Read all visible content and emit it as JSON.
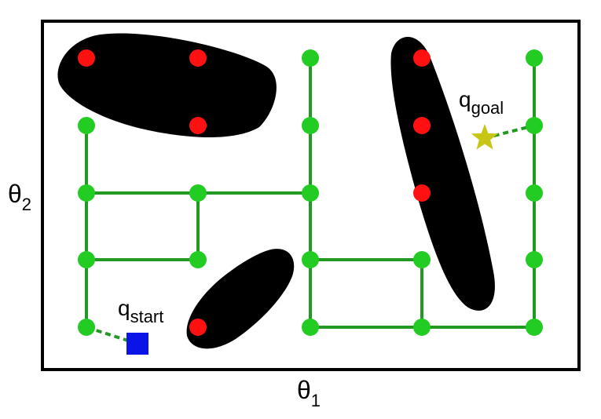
{
  "labels": {
    "start_q": "q",
    "start_sub": "start",
    "goal_q": "q",
    "goal_sub": "goal",
    "x_axis_theta": "θ",
    "x_axis_sub": "1",
    "y_axis_theta": "θ",
    "y_axis_sub": "2"
  },
  "colors": {
    "obstacle": "#000000",
    "free_node": "#22cc22",
    "collision_node": "#ff1111",
    "edge": "#229922",
    "start": "#0a14e6",
    "goal": "#c9c514",
    "frame": "#000000"
  },
  "roadmap": {
    "free_nodes": [
      {
        "id": "a1"
      },
      {
        "id": "a2"
      },
      {
        "id": "a3"
      },
      {
        "id": "a4"
      },
      {
        "id": "b2"
      },
      {
        "id": "b3"
      },
      {
        "id": "c0"
      },
      {
        "id": "c1"
      },
      {
        "id": "c2"
      },
      {
        "id": "c3"
      },
      {
        "id": "c4"
      },
      {
        "id": "d3"
      },
      {
        "id": "d4"
      },
      {
        "id": "e0"
      },
      {
        "id": "e1"
      },
      {
        "id": "e2"
      },
      {
        "id": "e3"
      },
      {
        "id": "e4"
      }
    ],
    "collision_nodes": [
      {
        "id": "r1"
      },
      {
        "id": "r2"
      },
      {
        "id": "r3"
      },
      {
        "id": "r4"
      },
      {
        "id": "r5"
      },
      {
        "id": "r6"
      },
      {
        "id": "r7"
      }
    ],
    "edges": [
      [
        "a1",
        "a2"
      ],
      [
        "a2",
        "a3"
      ],
      [
        "a3",
        "a4"
      ],
      [
        "a2",
        "b2"
      ],
      [
        "b2",
        "c2"
      ],
      [
        "a3",
        "b3"
      ],
      [
        "b2",
        "b3"
      ],
      [
        "c0",
        "c1"
      ],
      [
        "c1",
        "c2"
      ],
      [
        "c2",
        "c3"
      ],
      [
        "c3",
        "c4"
      ],
      [
        "c3",
        "d3"
      ],
      [
        "d3",
        "d4"
      ],
      [
        "c4",
        "d4"
      ],
      [
        "d4",
        "e4"
      ],
      [
        "e0",
        "e1"
      ],
      [
        "e1",
        "e2"
      ],
      [
        "e2",
        "e3"
      ],
      [
        "e3",
        "e4"
      ]
    ],
    "connections": [
      {
        "from": "start",
        "to": "a4"
      },
      {
        "from": "goal",
        "to": "e1"
      }
    ]
  }
}
